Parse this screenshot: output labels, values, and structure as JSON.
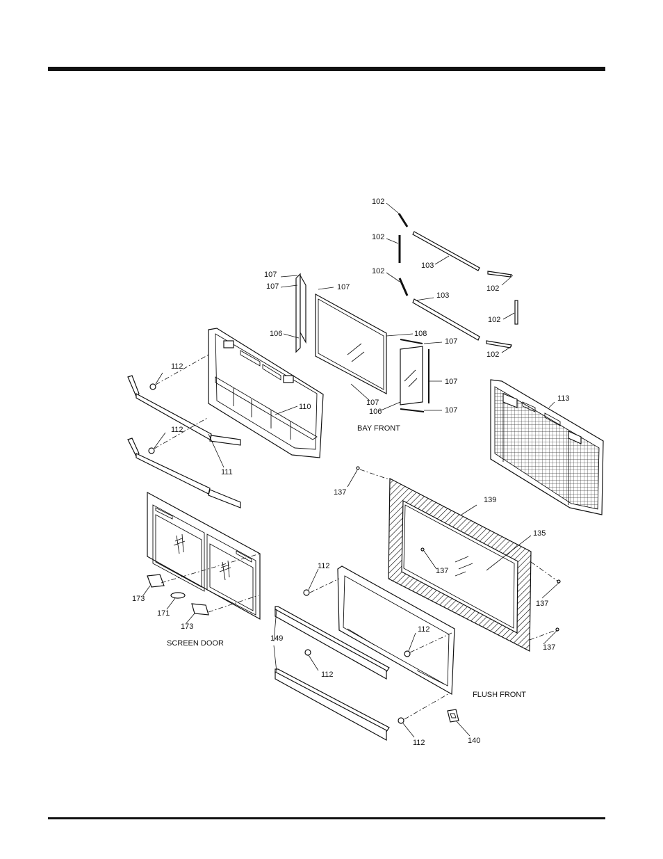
{
  "callouts": [
    {
      "id": "c102a",
      "text": "102"
    },
    {
      "id": "c102b",
      "text": "102"
    },
    {
      "id": "c102c",
      "text": "102"
    },
    {
      "id": "c102d",
      "text": "102"
    },
    {
      "id": "c102e",
      "text": "102"
    },
    {
      "id": "c102f",
      "text": "102"
    },
    {
      "id": "c103a",
      "text": "103"
    },
    {
      "id": "c103b",
      "text": "103"
    },
    {
      "id": "c107a",
      "text": "107"
    },
    {
      "id": "c107b",
      "text": "107"
    },
    {
      "id": "c107c",
      "text": "107"
    },
    {
      "id": "c107d",
      "text": "107"
    },
    {
      "id": "c107e",
      "text": "107"
    },
    {
      "id": "c107f",
      "text": "107"
    },
    {
      "id": "c107g",
      "text": "107"
    },
    {
      "id": "c106a",
      "text": "106"
    },
    {
      "id": "c106b",
      "text": "106"
    },
    {
      "id": "c108",
      "text": "108"
    },
    {
      "id": "c110",
      "text": "110"
    },
    {
      "id": "c111",
      "text": "111"
    },
    {
      "id": "c112a",
      "text": "112"
    },
    {
      "id": "c112b",
      "text": "112"
    },
    {
      "id": "c112c",
      "text": "112"
    },
    {
      "id": "c112d",
      "text": "112"
    },
    {
      "id": "c112e",
      "text": "112"
    },
    {
      "id": "c112f",
      "text": "112"
    },
    {
      "id": "c113",
      "text": "113"
    },
    {
      "id": "c135",
      "text": "135"
    },
    {
      "id": "c137a",
      "text": "137"
    },
    {
      "id": "c137b",
      "text": "137"
    },
    {
      "id": "c137c",
      "text": "137"
    },
    {
      "id": "c137d",
      "text": "137"
    },
    {
      "id": "c139",
      "text": "139"
    },
    {
      "id": "c140",
      "text": "140"
    },
    {
      "id": "c149",
      "text": "149"
    },
    {
      "id": "c171",
      "text": "171"
    },
    {
      "id": "c173a",
      "text": "173"
    },
    {
      "id": "c173b",
      "text": "173"
    }
  ],
  "section_labels": {
    "bay_front": "BAY  FRONT",
    "screen_door": "SCREEN DOOR",
    "flush_front": "FLUSH  FRONT"
  }
}
